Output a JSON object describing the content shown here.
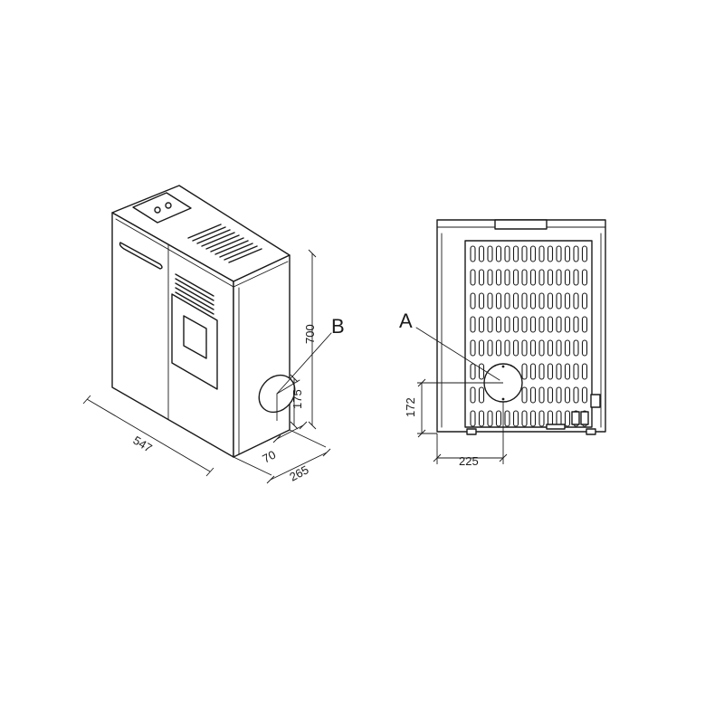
{
  "iso_view": {
    "dim_width": "547",
    "dim_height": "700",
    "dim_outlet_height": "175",
    "dim_outlet_offset": "70",
    "dim_depth": "265",
    "label_outlet": "B"
  },
  "rear_view": {
    "dim_outlet_height": "172",
    "dim_outlet_offset": "225",
    "label_outlet": "A"
  }
}
